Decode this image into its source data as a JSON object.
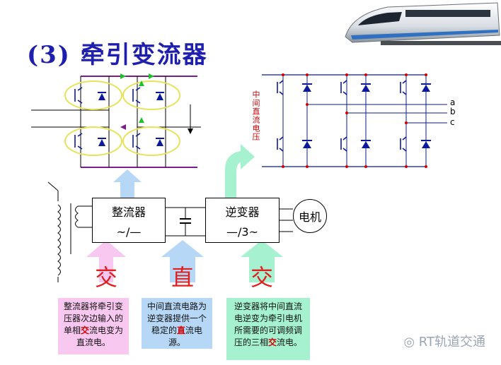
{
  "title": "(3) 牵引变流器",
  "blocks": {
    "rectifier": {
      "name": "整流器",
      "symbol": "~/—"
    },
    "inverter": {
      "name": "逆变器",
      "symbol": "—/3~"
    },
    "motor": {
      "name": "电机"
    }
  },
  "arrow_labels": {
    "ac_left": "交",
    "dc_mid": "直",
    "ac_right": "交"
  },
  "descriptions": {
    "rectifier": {
      "pre": "整流器将牵引变压器次边输入的单相",
      "hl": "交",
      "post": "流电变为直流电。"
    },
    "dclink": {
      "pre": "中间直流电路为逆变器提供一个稳定的",
      "hl": "直",
      "post": "流电源。"
    },
    "inverter": {
      "pre": "逆变器将中间直流电逆变为牵引电机所需要的可调频调压的三相",
      "hl": "交",
      "post": "流电。"
    }
  },
  "dc_link_label": "中间直流电压",
  "phase_labels": [
    "a",
    "b",
    "c"
  ],
  "watermark": "RT轨道交通",
  "colors": {
    "title": "#1f1faf",
    "pink": "#f8c8f0",
    "blue": "#b6d8f6",
    "green": "#a6f2d0",
    "bus_purple": "#7a1f8a",
    "switch_blue": "#0a1a9a",
    "ellipse": "#e6e35a"
  }
}
